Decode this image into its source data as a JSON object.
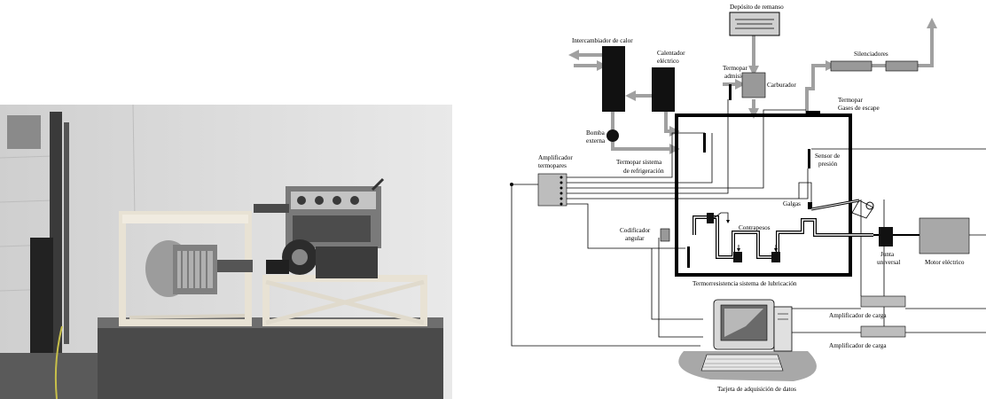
{
  "labels": {
    "deposito": "Depósito de remanso",
    "intercambiador": "Intercambiador de calor",
    "calentador_1": "Calentador",
    "calentador_2": "eléctrico",
    "termopar_admision_1": "Termopar",
    "termopar_admision_2": "admisión",
    "carburador": "Carburador",
    "silenciadores": "Silenciadores",
    "termopar_gases_1": "Termopar",
    "termopar_gases_2": "Gases de escape",
    "bomba_1": "Bomba",
    "bomba_2": "externa",
    "termopar_refrig_1": "Termopar sistema",
    "termopar_refrig_2": "de refrigeración",
    "sensor_presion_1": "Sensor de",
    "sensor_presion_2": "presión",
    "amplificador_termopares_1": "Amplificador",
    "amplificador_termopares_2": "termopares",
    "galgas": "Galgas",
    "contrapesos": "Contrapesos",
    "codificador_1": "Codificador",
    "codificador_2": "angular",
    "junta_1": "Junta",
    "junta_2": "universal",
    "motor_electrico": "Motor eléctrico",
    "termorresistencia": "Termorresistencia sistema de lubricación",
    "amplificador_carga_1": "Amplificador de carga",
    "amplificador_carga_2": "Amplificador de carga",
    "tarjeta": "Tarjeta de adquisición de datos"
  },
  "colors": {
    "pipe": "#a0a0a0",
    "block_dark": "#111111",
    "block_gray": "#999999",
    "tank_fill": "#cfcfcf",
    "amp_fill": "#bdbdbd",
    "motor_fill": "#a8a8a8"
  }
}
